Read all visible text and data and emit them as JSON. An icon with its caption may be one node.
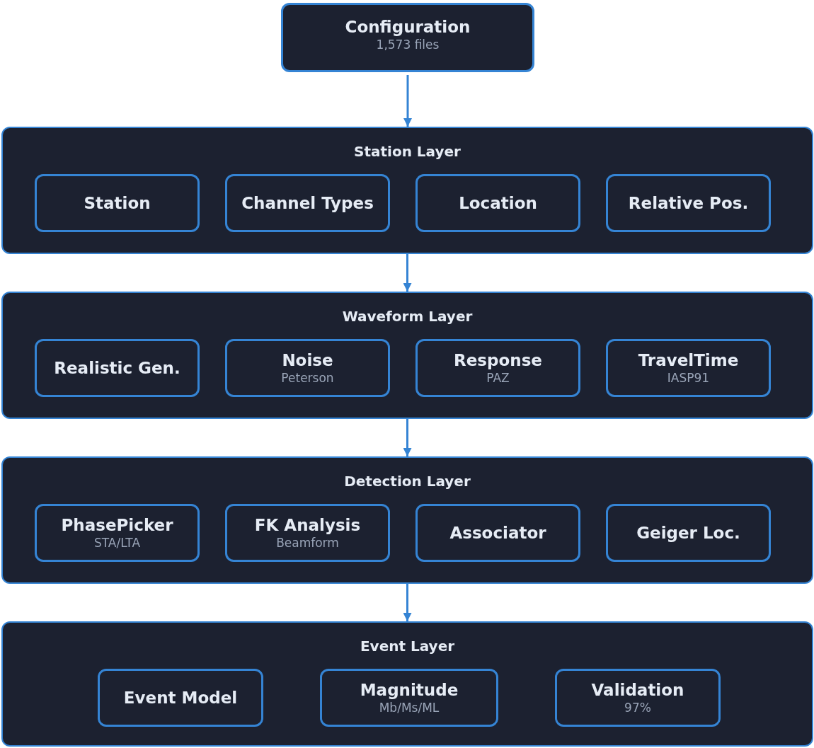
{
  "diagram": {
    "nodes": [
      {
        "text": [
          "Configuration",
          "1,573 files"
        ]
      },
      {
        "text": [
          "Station Layer"
        ]
      },
      {
        "text": [
          "Station"
        ],
        "in": 1
      },
      {
        "text": [
          "Channel Types"
        ],
        "in": 1
      },
      {
        "text": [
          "Location"
        ],
        "in": 1
      },
      {
        "text": [
          "Relative Pos."
        ],
        "in": 1
      },
      {
        "text": [
          "Waveform Layer"
        ]
      },
      {
        "text": [
          "Realistic Gen."
        ],
        "in": 6
      },
      {
        "text": [
          "Noise",
          "Peterson"
        ],
        "in": 6
      },
      {
        "text": [
          "Response",
          "PAZ"
        ],
        "in": 6
      },
      {
        "text": [
          "TravelTime",
          "IASP91"
        ],
        "in": 6
      },
      {
        "text": [
          "Detection Layer"
        ]
      },
      {
        "text": [
          "PhasePicker",
          "STA/LTA"
        ],
        "in": 11
      },
      {
        "text": [
          "FK Analysis",
          "Beamform"
        ],
        "in": 11
      },
      {
        "text": [
          "Associator"
        ],
        "in": 11
      },
      {
        "text": [
          "Geiger Loc."
        ],
        "in": 11
      },
      {
        "text": [
          "Event Layer"
        ]
      },
      {
        "text": [
          "Event Model"
        ],
        "in": 16
      },
      {
        "text": [
          "Magnitude",
          "Mb/Ms/ML"
        ],
        "in": 16
      },
      {
        "text": [
          "Validation",
          "97%"
        ],
        "in": 16
      }
    ],
    "edges": [
      {
        "from": 0,
        "to": 1,
        "arrow": "to"
      },
      {
        "from": 1,
        "to": 6,
        "arrow": "to"
      },
      {
        "from": 6,
        "to": 11,
        "arrow": "to"
      },
      {
        "from": 11,
        "to": 16,
        "arrow": "to"
      }
    ]
  }
}
